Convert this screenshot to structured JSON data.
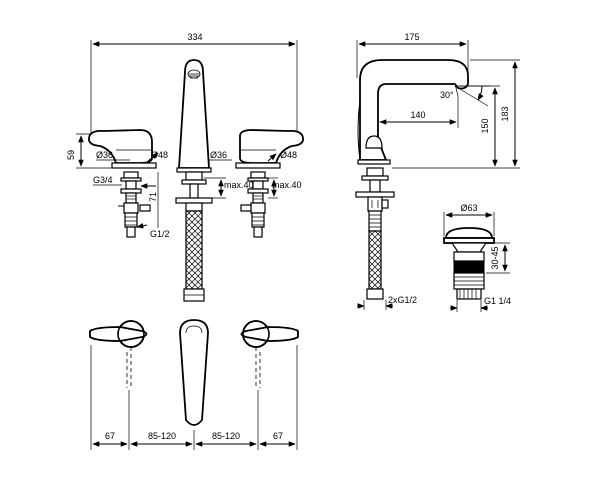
{
  "dimensions": {
    "total_width": "334",
    "height_59": "59",
    "left_handle_diameter": "Ø36",
    "left_flange_diameter": "Ø48",
    "spout_diameter": "Ø36",
    "right_flange_diameter": "Ø48",
    "left_thread": "G3/4",
    "left_max_thickness": "max.40",
    "right_max_thickness": "max.40",
    "hose_length": "71",
    "left_connection": "G1/2",
    "depth_175": "175",
    "reach_140": "140",
    "spout_angle": "30°",
    "height_150": "150",
    "height_183": "183",
    "side_connections": "2xG1/2",
    "waste_diameter": "Ø63",
    "waste_range": "30-45",
    "waste_thread": "G1 1/4",
    "plan_67_left": "67",
    "plan_85_120_left": "85-120",
    "plan_85_120_right": "85-120",
    "plan_67_right": "67"
  },
  "colors": {
    "line": "#000000",
    "background": "#ffffff"
  }
}
